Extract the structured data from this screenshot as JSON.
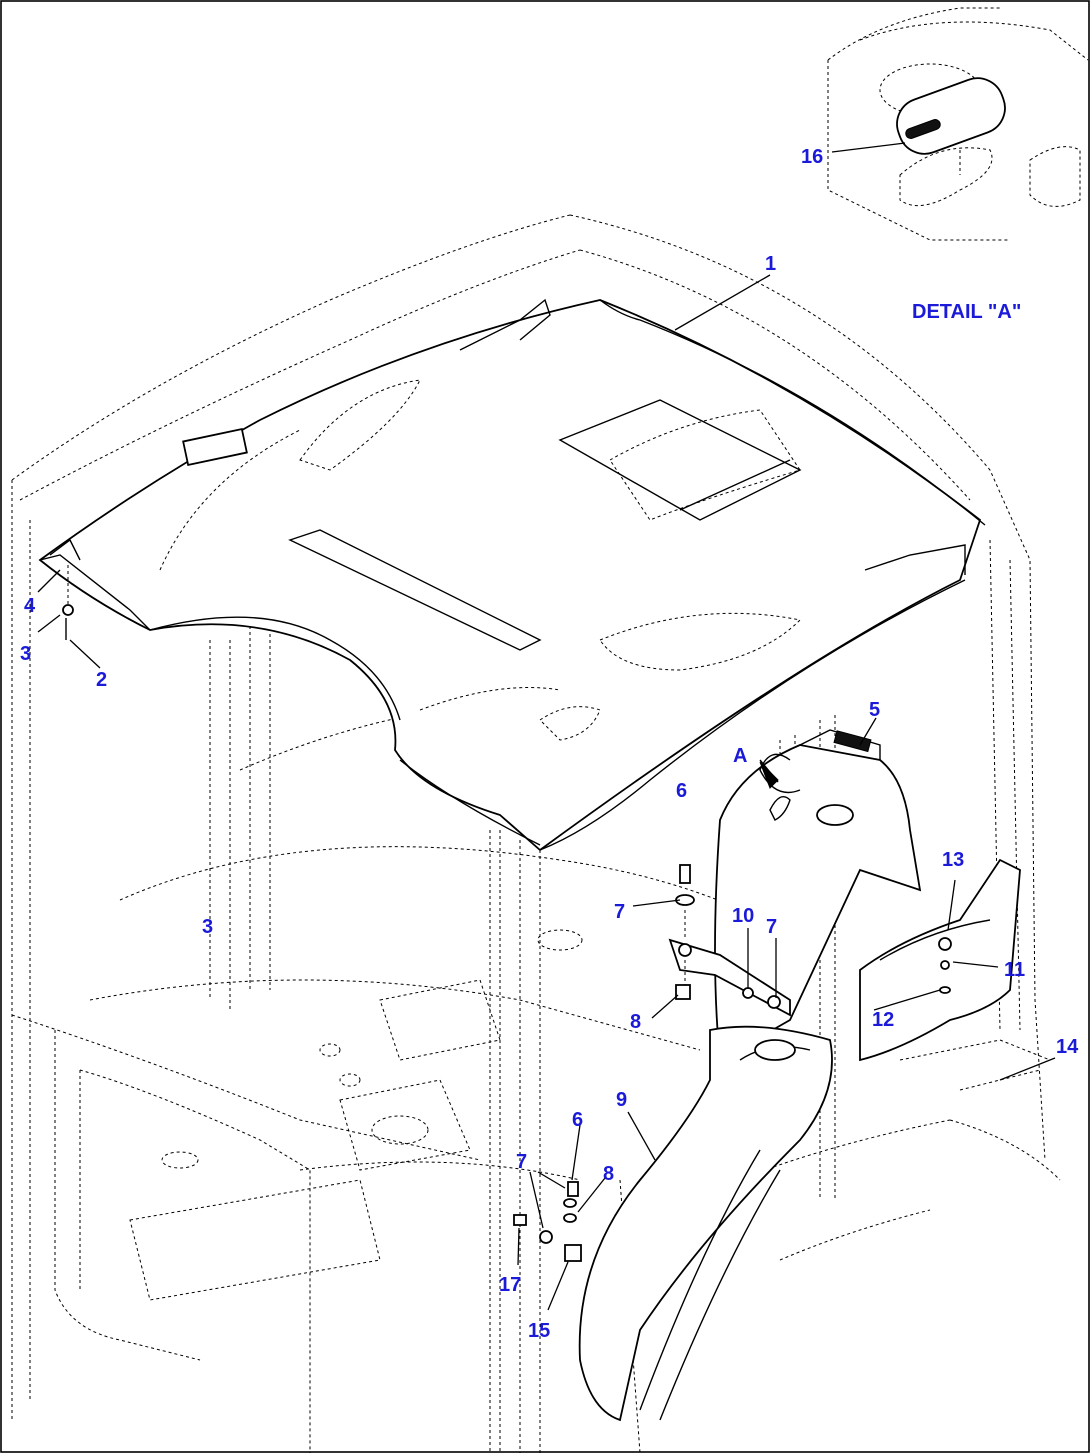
{
  "detail_title": "DETAIL \"A\"",
  "view_marker": "A",
  "callouts": [
    {
      "id": "c16",
      "text": "16"
    },
    {
      "id": "c1",
      "text": "1"
    },
    {
      "id": "c4",
      "text": "4"
    },
    {
      "id": "c3a",
      "text": "3"
    },
    {
      "id": "c2",
      "text": "2"
    },
    {
      "id": "c5",
      "text": "5"
    },
    {
      "id": "c6a",
      "text": "6"
    },
    {
      "id": "c7a",
      "text": "7"
    },
    {
      "id": "c3b",
      "text": "3"
    },
    {
      "id": "c10",
      "text": "10"
    },
    {
      "id": "c7b",
      "text": "7"
    },
    {
      "id": "c13",
      "text": "13"
    },
    {
      "id": "c11",
      "text": "11"
    },
    {
      "id": "c8a",
      "text": "8"
    },
    {
      "id": "c12",
      "text": "12"
    },
    {
      "id": "c14",
      "text": "14"
    },
    {
      "id": "c9",
      "text": "9"
    },
    {
      "id": "c6b",
      "text": "6"
    },
    {
      "id": "c7c",
      "text": "7"
    },
    {
      "id": "c8b",
      "text": "8"
    },
    {
      "id": "c17",
      "text": "17"
    },
    {
      "id": "c15",
      "text": "15"
    }
  ]
}
